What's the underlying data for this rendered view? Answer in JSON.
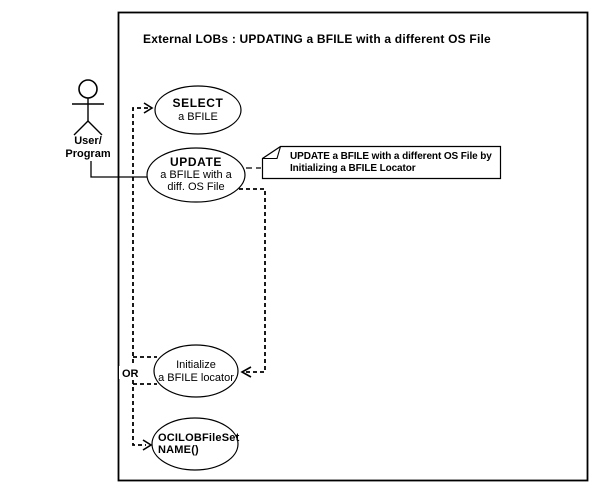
{
  "title": "External LOBs : UPDATING a BFILE with a different OS File",
  "actor": {
    "label_line1": "User/",
    "label_line2": "Program"
  },
  "use_cases": {
    "select": {
      "line1": "SELECT",
      "line2": "a BFILE"
    },
    "update": {
      "line1": "UPDATE",
      "line2": "a BFILE with a",
      "line3": "diff. OS File"
    },
    "initialize": {
      "line1": "Initialize",
      "line2": "a BFILE locator"
    },
    "ocilobfileset": {
      "line1": "OCILOBFileSet",
      "line2": "NAME()"
    }
  },
  "note": {
    "line1": "UPDATE a BFILE with a different OS File by",
    "line2": "Initializing a BFILE Locator"
  },
  "or_label": "OR",
  "colors": {
    "line": "#000000",
    "background": "#ffffff"
  }
}
